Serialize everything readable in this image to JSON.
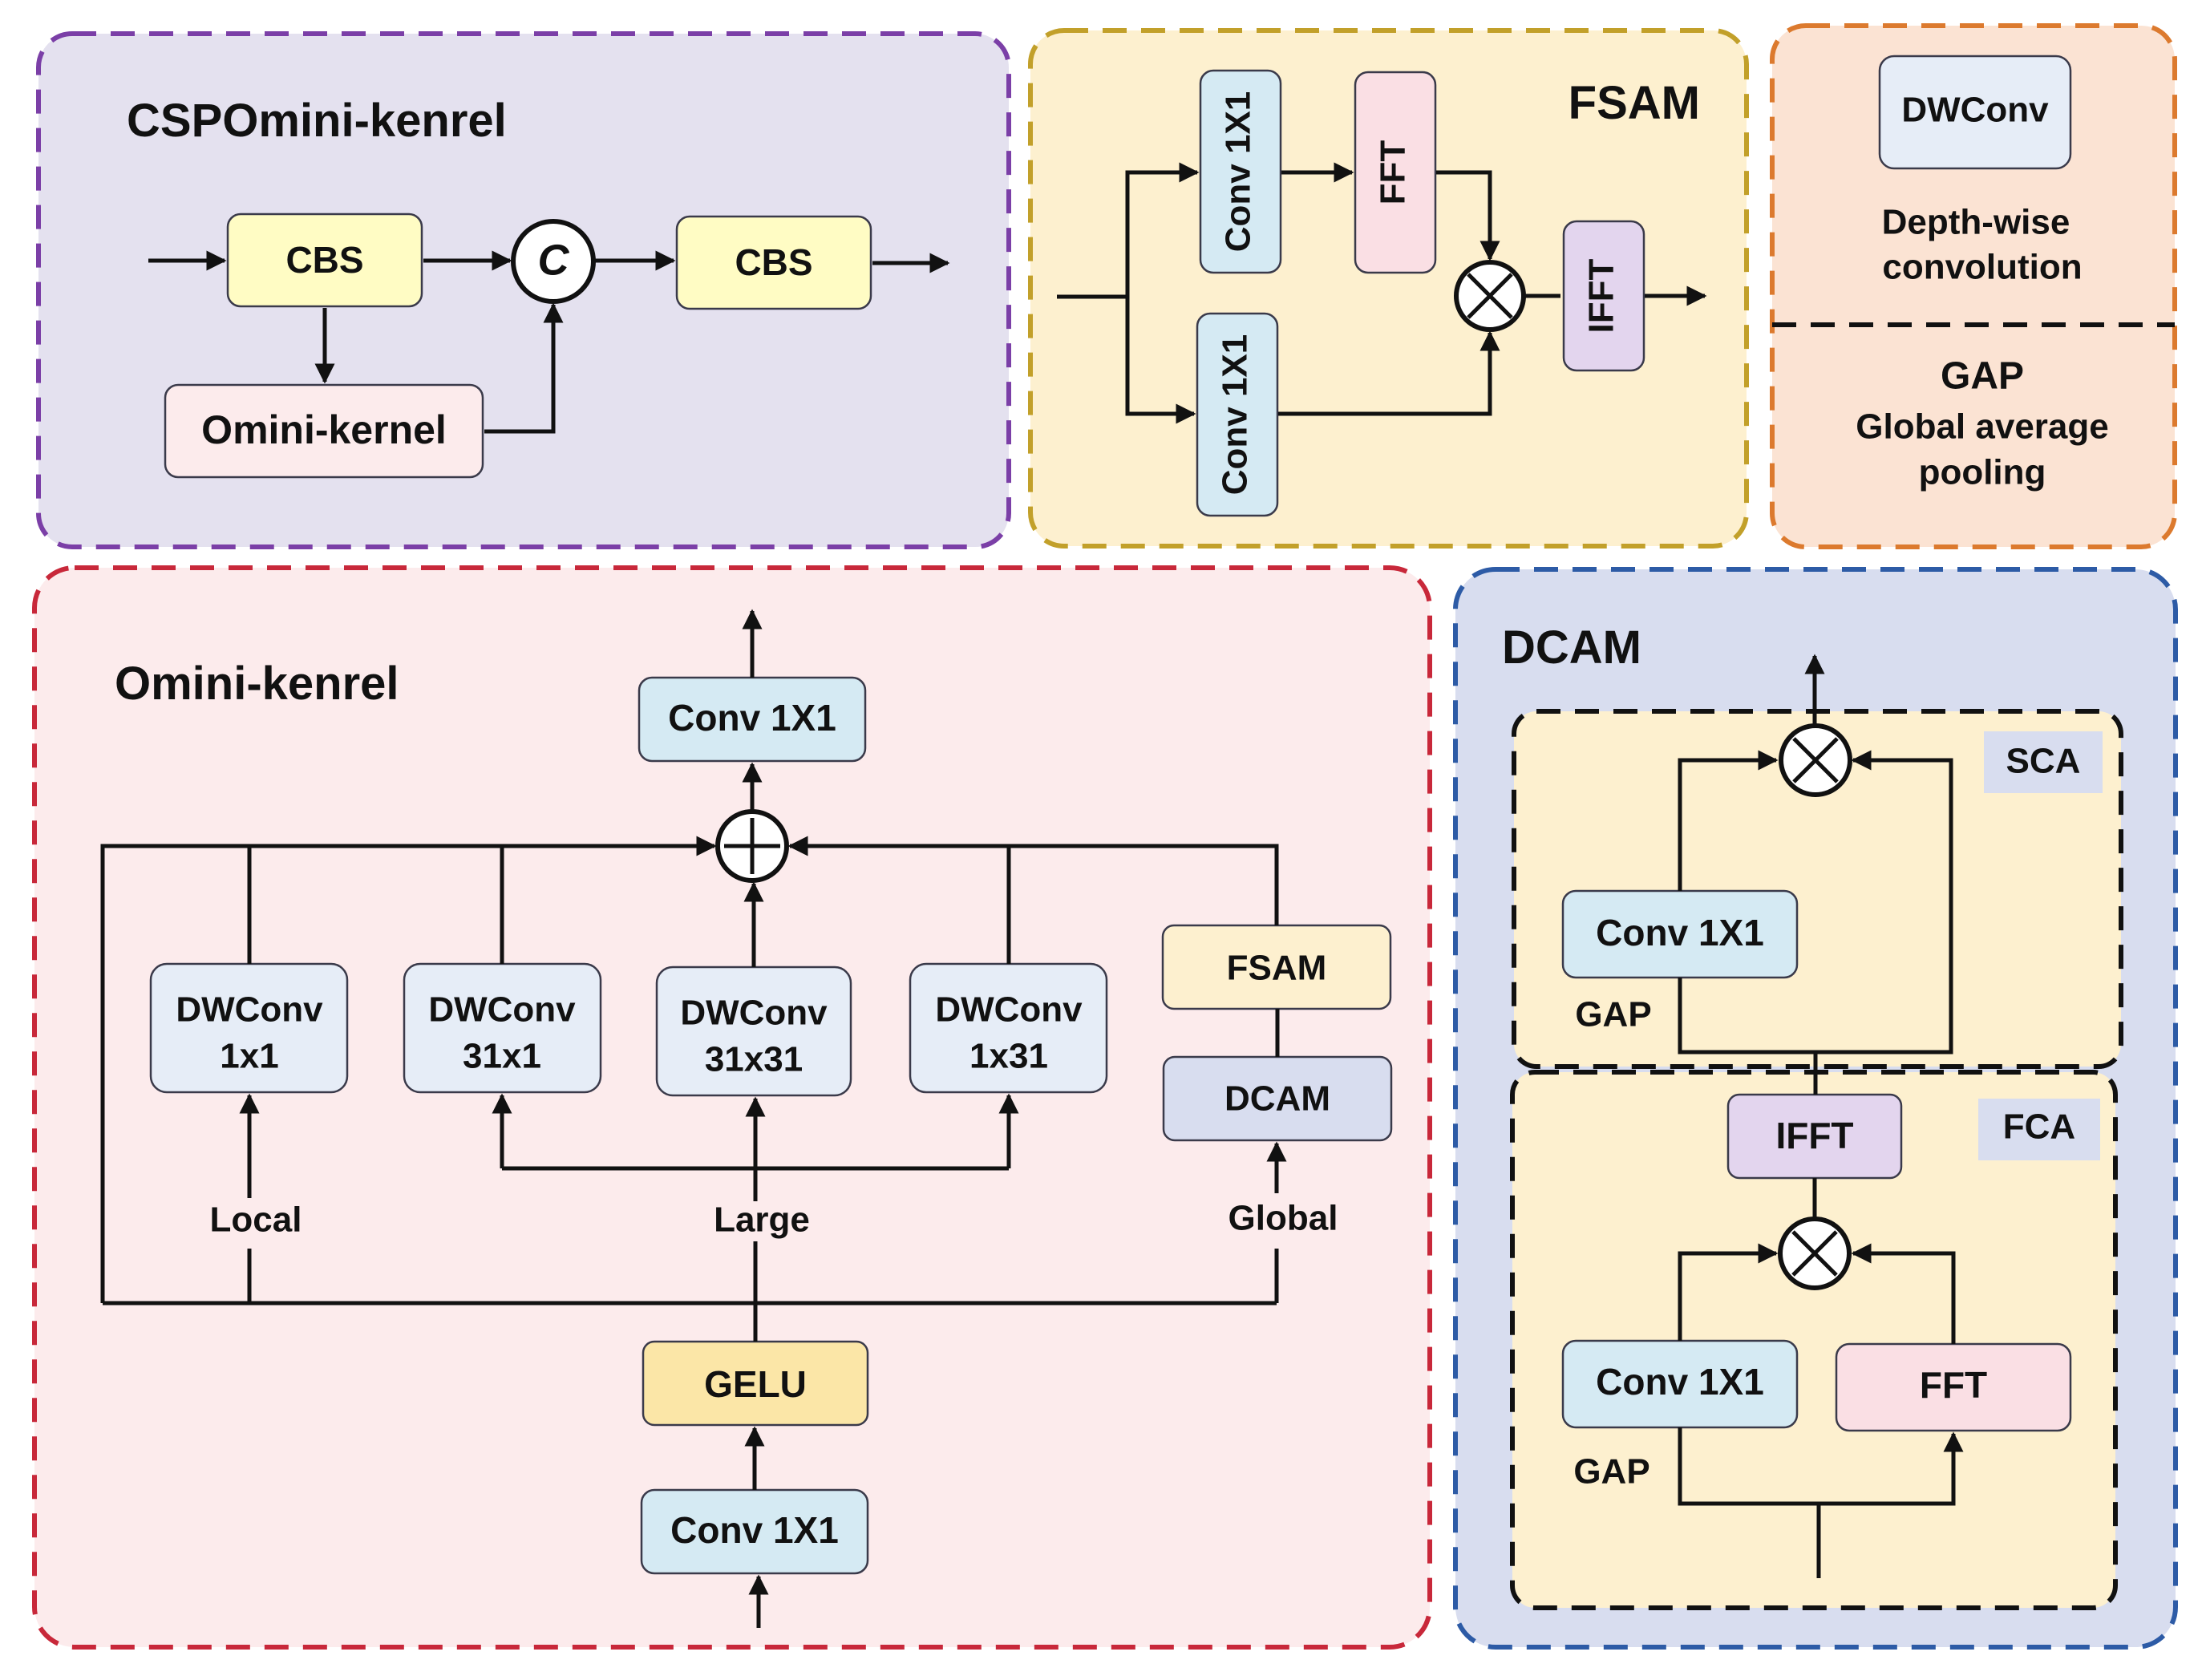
{
  "panels": {
    "csp": {
      "title": "CSPOmini-kenrel",
      "cbs_left": "CBS",
      "cbs_right": "CBS",
      "concat_symbol": "C",
      "omini_kernel": "Omini-kernel",
      "colors": {
        "background": "#E4E1EF",
        "border": "#7B3FA7"
      }
    },
    "fsam": {
      "title": "FSAM",
      "conv_top": "Conv 1X1",
      "conv_bottom": "Conv 1X1",
      "fft": "FFT",
      "ifft": "IFFT",
      "colors": {
        "background": "#FDF0CF",
        "border": "#C2A02A"
      }
    },
    "legend": {
      "dwconv": "DWConv",
      "dwconv_desc_line1": "Depth-wise",
      "dwconv_desc_line2": "convolution",
      "gap": "GAP",
      "gap_desc_line1": "Global average",
      "gap_desc_line2": "pooling",
      "colors": {
        "background": "#FBE3D3",
        "border": "#DC7A2E"
      }
    },
    "omini": {
      "title": "Omini-kenrel",
      "conv_top": "Conv 1X1",
      "conv_bottom": "Conv 1X1",
      "gelu": "GELU",
      "fsam": "FSAM",
      "dcam": "DCAM",
      "dw1_line1": "DWConv",
      "dw1_line2": "1x1",
      "dw2_line1": "DWConv",
      "dw2_line2": "31x1",
      "dw3_line1": "DWConv",
      "dw3_line2": "31x31",
      "dw4_line1": "DWConv",
      "dw4_line2": "1x31",
      "branch_local": "Local",
      "branch_large": "Large",
      "branch_global": "Global",
      "colors": {
        "background": "#FCEBEC",
        "border": "#C8283A"
      }
    },
    "dcam": {
      "title": "DCAM",
      "sca_tag": "SCA",
      "fca_tag": "FCA",
      "sca_conv": "Conv 1X1",
      "sca_gap": "GAP",
      "ifft": "IFFT",
      "fca_conv": "Conv 1X1",
      "fca_gap": "GAP",
      "fft": "FFT",
      "colors": {
        "background": "#D8DDEF",
        "border": "#2D5BA6"
      }
    }
  },
  "block_colors": {
    "cbs": "#FFFCC4",
    "conv": "#D5EAF3",
    "fft": "#FADFE4",
    "ifft": "#E3D5EE",
    "dwconv": "#E6EDF7",
    "gelu": "#FBE6A7",
    "fsam_block": "#FDF0CF",
    "dcam_block": "#D8DDEF",
    "omini_block": "#FCEBEC",
    "tag_box": "#D8DDEF",
    "inner_region": "#FDF0CF"
  }
}
